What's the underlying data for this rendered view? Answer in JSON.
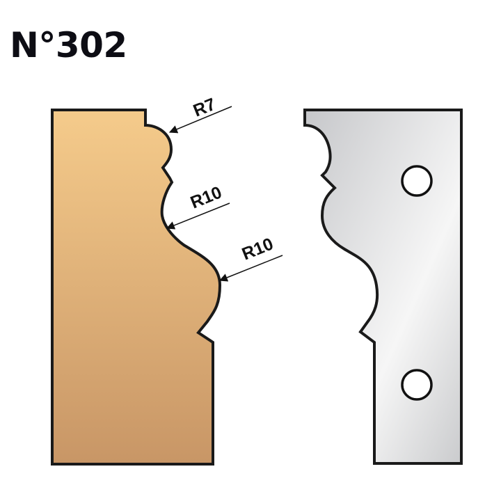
{
  "title": "N°302",
  "profile_wood": {
    "label": "wood-profile",
    "gradient_top": "#F5CB8B",
    "gradient_bottom": "#C89666"
  },
  "profile_knife": {
    "label": "knife-profile",
    "gradient_light": "#F3F3F3",
    "gradient_dark": "#C9CACC",
    "holes": 2
  },
  "annotations": [
    {
      "id": "r7",
      "text": "R7"
    },
    {
      "id": "r10a",
      "text": "R10"
    },
    {
      "id": "r10b",
      "text": "R10"
    }
  ],
  "colors": {
    "outline": "#1a1a1a",
    "text": "#111111",
    "background": "#ffffff"
  }
}
